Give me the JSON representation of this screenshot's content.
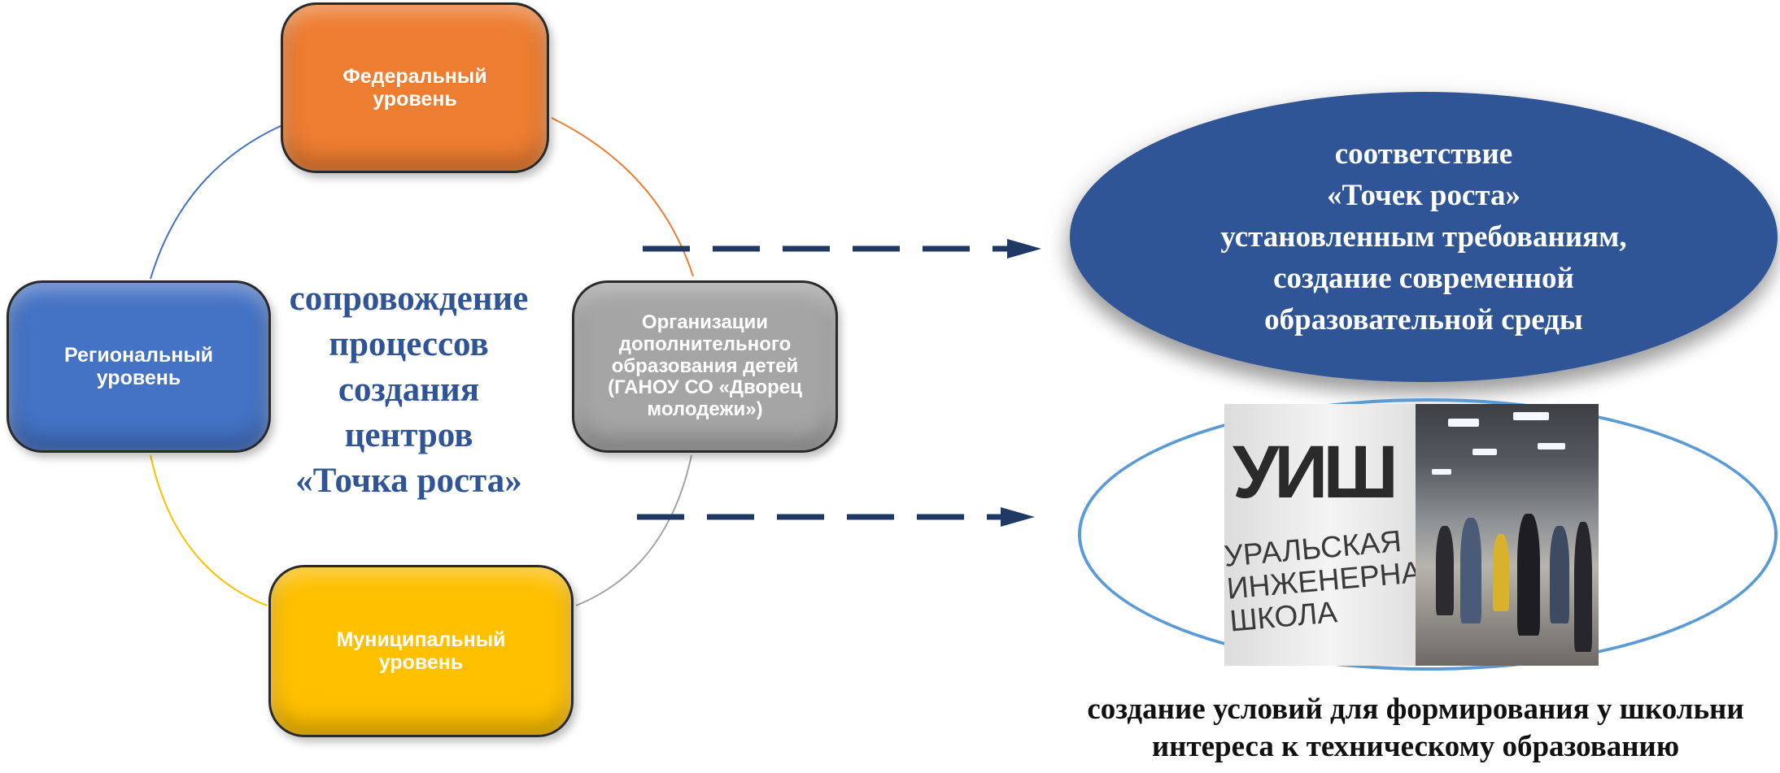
{
  "cycle": {
    "center_text": "сопровождение\nпроцессов\nсоздания\nцентров\n«Точка роста»",
    "nodes": {
      "federal": "Федеральный\nуровень",
      "regional": "Региональный\nуровень",
      "organizations": "Организации\nдополнительного\nобразования детей\n(ГАНОУ СО «Дворец\nмолодежи»)",
      "municipal": "Муниципальный\nуровень"
    },
    "connector_colors": {
      "federal": "#ed7d31",
      "organizations": "#a5a5a5",
      "municipal": "#ffc000",
      "regional": "#4472c4"
    }
  },
  "outcome_requirements": "соответствие\n«Точек роста»\nустановленным требованиям,\nсоздание современной\nобразовательной среды",
  "photo": {
    "logo_text": "УИШ",
    "banner_text": "УРАЛЬСКАЯ\nИНЖЕНЕРНАЯ\nШКОЛА"
  },
  "outcome_caption": "создание условий для формирования у школьни\nинтереса к техническому образованию",
  "colors": {
    "arrow": "#1f3864",
    "ellipse_fill": "#2f5597",
    "ellipse_outline": "#5b9bd5",
    "center_text": "#2f5596"
  }
}
